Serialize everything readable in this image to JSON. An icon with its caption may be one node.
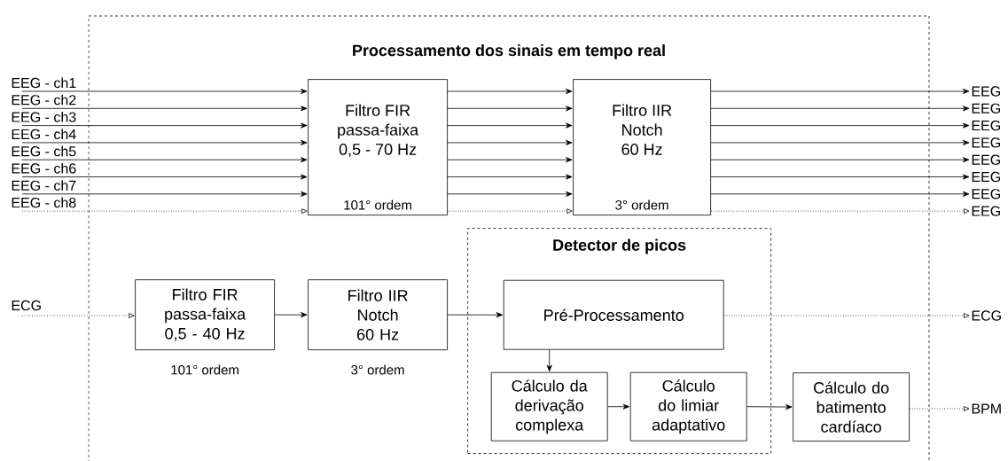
{
  "diagram": {
    "nodes": [
      {
        "text": [
          "Processamento dos sinais em tempo real"
        ]
      },
      {
        "text": [
          "EEG - ch1"
        ]
      },
      {
        "text": [
          "EEG - ch2"
        ]
      },
      {
        "text": [
          "EEG - ch3"
        ]
      },
      {
        "text": [
          "EEG - ch4"
        ]
      },
      {
        "text": [
          "EEG - ch5"
        ]
      },
      {
        "text": [
          "EEG - ch6"
        ]
      },
      {
        "text": [
          "EEG - ch7"
        ]
      },
      {
        "text": [
          "EEG - ch8"
        ]
      },
      {
        "text": [
          "Filtro FIR passa-faixa 0,5 - 70 Hz",
          "101° ordem"
        ],
        "in": 0
      },
      {
        "text": [
          "Filtro IIR Notch 60 Hz",
          "3° ordem"
        ],
        "in": 0
      },
      {
        "text": [
          "EEG"
        ]
      },
      {
        "text": [
          "EEG"
        ]
      },
      {
        "text": [
          "EEG"
        ]
      },
      {
        "text": [
          "EEG"
        ]
      },
      {
        "text": [
          "EEG"
        ]
      },
      {
        "text": [
          "EEG"
        ]
      },
      {
        "text": [
          "EEG"
        ]
      },
      {
        "text": [
          "EEG"
        ]
      },
      {
        "text": [
          "ECG"
        ]
      },
      {
        "text": [
          "Filtro FIR passa-faixa 0,5 - 40 Hz"
        ],
        "beside": [
          "101° ordem"
        ],
        "in": 0
      },
      {
        "text": [
          "Filtro IIR Notch 60 Hz"
        ],
        "beside": [
          "3° ordem"
        ],
        "in": 0
      },
      {
        "text": [
          "Detector de picos"
        ],
        "in": 0
      },
      {
        "text": [
          "Pré-Processamento"
        ],
        "in": 22
      },
      {
        "text": [
          "Cálculo da derivação complexa"
        ],
        "in": 22
      },
      {
        "text": [
          "Cálculo do limiar adaptativo"
        ],
        "in": 22
      },
      {
        "text": [
          "Cálculo do batimento cardíaco"
        ],
        "in": 0
      },
      {
        "text": [
          "ECG"
        ]
      },
      {
        "text": [
          "BPM"
        ]
      }
    ],
    "edges": [
      {
        "from": 1,
        "to": 9,
        "arrow": "to"
      },
      {
        "from": 2,
        "to": 9,
        "arrow": "to"
      },
      {
        "from": 3,
        "to": 9,
        "arrow": "to"
      },
      {
        "from": 4,
        "to": 9,
        "arrow": "to"
      },
      {
        "from": 5,
        "to": 9,
        "arrow": "to"
      },
      {
        "from": 6,
        "to": 9,
        "arrow": "to"
      },
      {
        "from": 7,
        "to": 9,
        "arrow": "to"
      },
      {
        "from": 8,
        "to": 9,
        "arrow": "to",
        "style": "dashed"
      },
      {
        "from": 9,
        "to": 10,
        "arrow": "to"
      },
      {
        "from": 9,
        "to": 10,
        "arrow": "to"
      },
      {
        "from": 9,
        "to": 10,
        "arrow": "to"
      },
      {
        "from": 9,
        "to": 10,
        "arrow": "to"
      },
      {
        "from": 9,
        "to": 10,
        "arrow": "to"
      },
      {
        "from": 9,
        "to": 10,
        "arrow": "to"
      },
      {
        "from": 9,
        "to": 10,
        "arrow": "to"
      },
      {
        "from": 9,
        "to": 10,
        "arrow": "to",
        "style": "dashed"
      },
      {
        "from": 10,
        "to": 11,
        "arrow": "to"
      },
      {
        "from": 10,
        "to": 12,
        "arrow": "to"
      },
      {
        "from": 10,
        "to": 13,
        "arrow": "to"
      },
      {
        "from": 10,
        "to": 14,
        "arrow": "to"
      },
      {
        "from": 10,
        "to": 15,
        "arrow": "to"
      },
      {
        "from": 10,
        "to": 16,
        "arrow": "to"
      },
      {
        "from": 10,
        "to": 17,
        "arrow": "to"
      },
      {
        "from": 10,
        "to": 18,
        "arrow": "to",
        "style": "dashed"
      },
      {
        "from": 19,
        "to": 20,
        "arrow": "to",
        "style": "dashed"
      },
      {
        "from": 20,
        "to": 21,
        "arrow": "to"
      },
      {
        "from": 21,
        "to": 23,
        "arrow": "to"
      },
      {
        "from": 23,
        "to": 27,
        "arrow": "to",
        "style": "dashed"
      },
      {
        "from": 23,
        "to": 24,
        "arrow": "to"
      },
      {
        "from": 24,
        "to": 25,
        "arrow": "to"
      },
      {
        "from": 25,
        "to": 26,
        "arrow": "to"
      },
      {
        "from": 26,
        "to": 28,
        "arrow": "to",
        "style": "dashed"
      }
    ]
  }
}
